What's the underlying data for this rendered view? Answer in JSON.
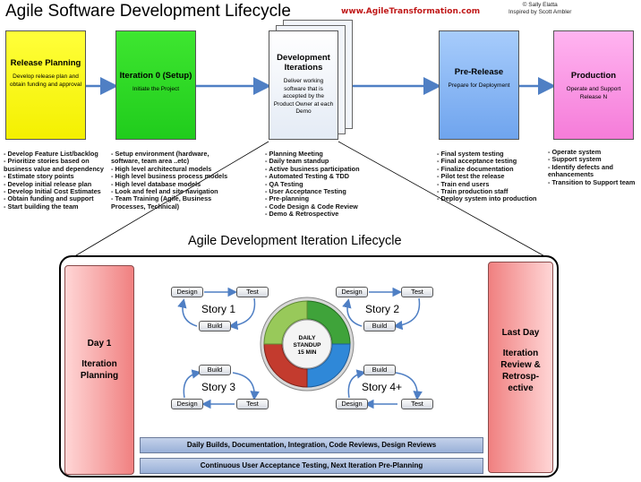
{
  "header": {
    "title": "Agile Software Development Lifecycle",
    "url": "www.AgileTransformation.com",
    "copyright": "© Sally Elatta",
    "inspired": "Inspired by Scott Ambler"
  },
  "phases": [
    {
      "title": "Release Planning",
      "desc": "Develop release plan and obtain funding and approval",
      "color": "#f4f000"
    },
    {
      "title": "Iteration 0 (Setup)",
      "desc": "Initiate the Project",
      "color": "#20cc1c"
    },
    {
      "title": "Development Iterations",
      "desc": "Deliver working software that is accepted by the Product Owner at each Demo",
      "color": "#e4ebf5"
    },
    {
      "title": "Pre-Release",
      "desc": "Prepare for Deployment",
      "color": "#6fa4ee"
    },
    {
      "title": "Production",
      "desc": "Operate and Support Release N",
      "color": "#f57cd9"
    }
  ],
  "lists": {
    "release_planning": [
      "Develop Feature List/backlog",
      "Prioritize stories based on business value and dependency",
      "Estimate story points",
      "Develop initial release plan",
      "Develop Initial Cost Estimates",
      "Obtain funding and support",
      "Start building the team"
    ],
    "iteration0": [
      "Setup environment (hardware, software, team area ..etc)",
      "High level architectural models",
      "High level business process models",
      "High level database models",
      "Look and feel and site navigation",
      "Team Training (Agile, Business Processes, Technical)"
    ],
    "development": [
      "Planning Meeting",
      "Daily team standup",
      "Active business participation",
      "Automated Testing & TDD",
      "QA Testing",
      "User Acceptance Testing",
      "Pre-planning",
      "Code Design & Code Review",
      "Demo & Retrospective"
    ],
    "prerelease": [
      "Final system testing",
      "Final acceptance testing",
      "Finalize documentation",
      "Pilot test the release",
      "Train end users",
      "Train production staff",
      "Deploy system into production"
    ],
    "production": [
      "Operate system",
      "Support system",
      "Identify defects and enhancements",
      "Transition to Support team"
    ]
  },
  "iteration": {
    "title": "Agile Development Iteration Lifecycle",
    "day1": {
      "l1": "Day 1",
      "l2": "Iteration",
      "l3": "Planning"
    },
    "lastday": {
      "l1": "Last Day",
      "l2": "Iteration",
      "l3": "Review &",
      "l4": "Retrosp-",
      "l5": "ective"
    },
    "pill_design": "Design",
    "pill_test": "Test",
    "pill_build": "Build",
    "stories": [
      "Story 1",
      "Story 2",
      "Story 3",
      "Story 4+"
    ],
    "cycle_l1": "DAILY",
    "cycle_l2": "STANDUP",
    "cycle_l3": "15 MIN",
    "bar1": "Daily Builds, Documentation, Integration, Code Reviews, Design Reviews",
    "bar2": "Continuous User Acceptance Testing, Next Iteration Pre-Planning"
  }
}
